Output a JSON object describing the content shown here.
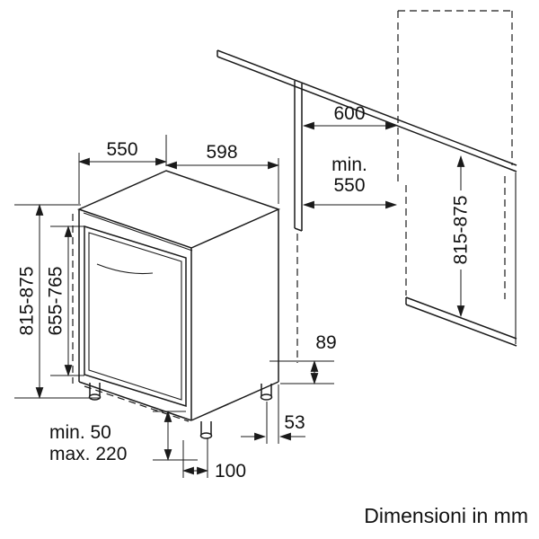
{
  "dimensions": {
    "top_depth": "550",
    "top_width": "598",
    "worktop_depth": "600",
    "niche_depth_prefix": "min.",
    "niche_depth_value": "550",
    "appliance_height": "815-875",
    "door_panel_height": "655-765",
    "niche_height": "815-875",
    "base_height": "89",
    "feet_min": "min. 50",
    "feet_max": "max. 220",
    "rear_foot_from_front": "100",
    "rear_foot_from_side": "53"
  },
  "caption": "Dimensioni in mm"
}
